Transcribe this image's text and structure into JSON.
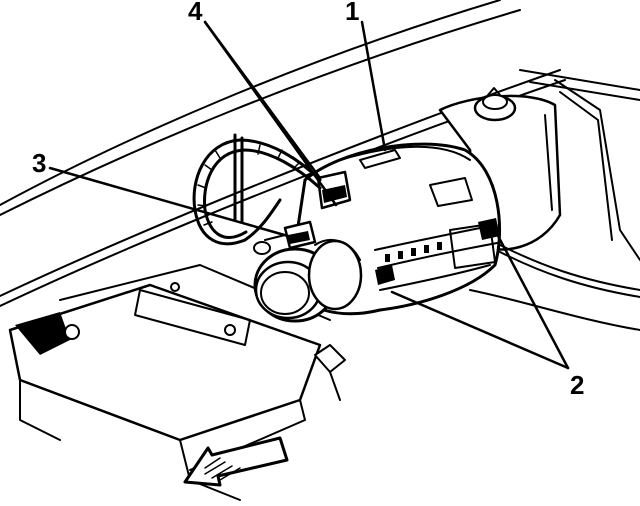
{
  "callouts": {
    "c1": "1",
    "c2": "2",
    "c3": "3",
    "c4": "4"
  },
  "icons": {
    "front_arrow": "arrow-icon"
  },
  "colors": {
    "ink": "#000000",
    "paper": "#ffffff"
  }
}
